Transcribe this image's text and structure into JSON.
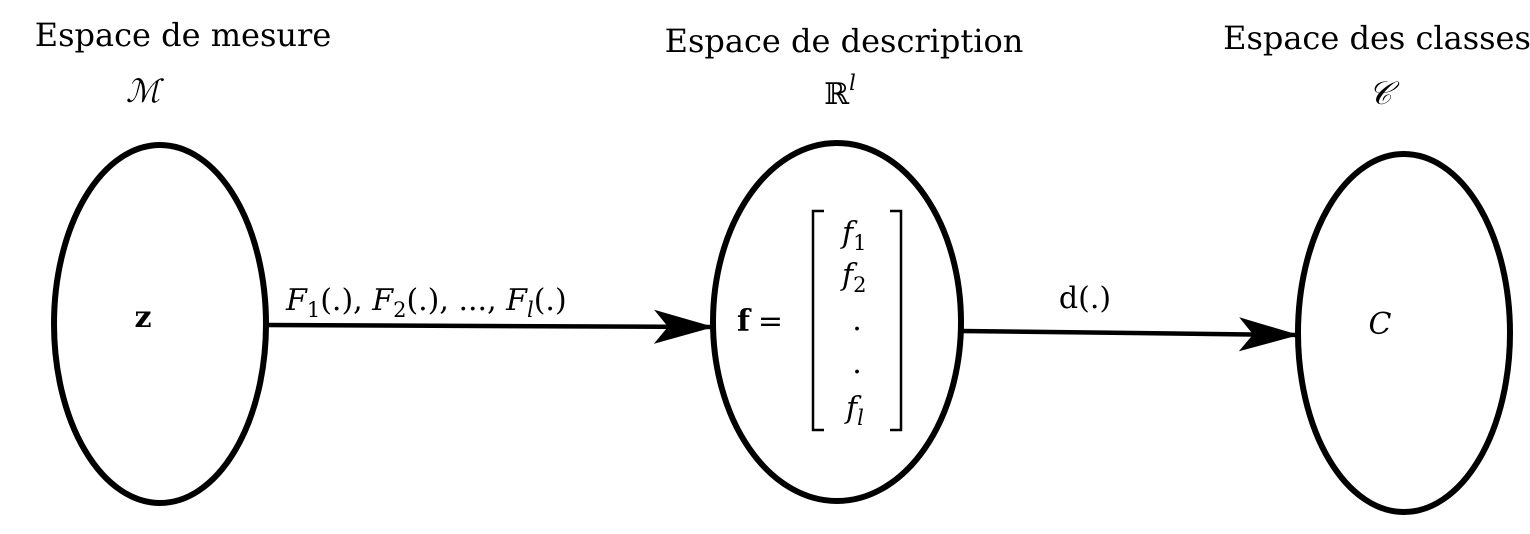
{
  "spaces": {
    "measure": {
      "title": "Espace de mesure",
      "symbol": "ℳ",
      "element": "z"
    },
    "description": {
      "title": "Espace de description",
      "symbol": "ℝ",
      "symbol_sup": "l",
      "vector_name": "f",
      "equals": "=",
      "vector": {
        "f1": "f",
        "f1_sub": "1",
        "f2": "f",
        "f2_sub": "2",
        "dot1": ".",
        "dot2": ".",
        "fl": "f",
        "fl_sub": "l"
      }
    },
    "classes": {
      "title": "Espace des classes",
      "symbol": "𝒞",
      "element": "C"
    }
  },
  "arrows": {
    "features": {
      "F": "F",
      "sub1": "1",
      "sub2": "2",
      "subl": "l",
      "args": "(.)",
      "sep": ", ",
      "ellipsis": "..., "
    },
    "decision": {
      "label": "d(.)"
    }
  }
}
